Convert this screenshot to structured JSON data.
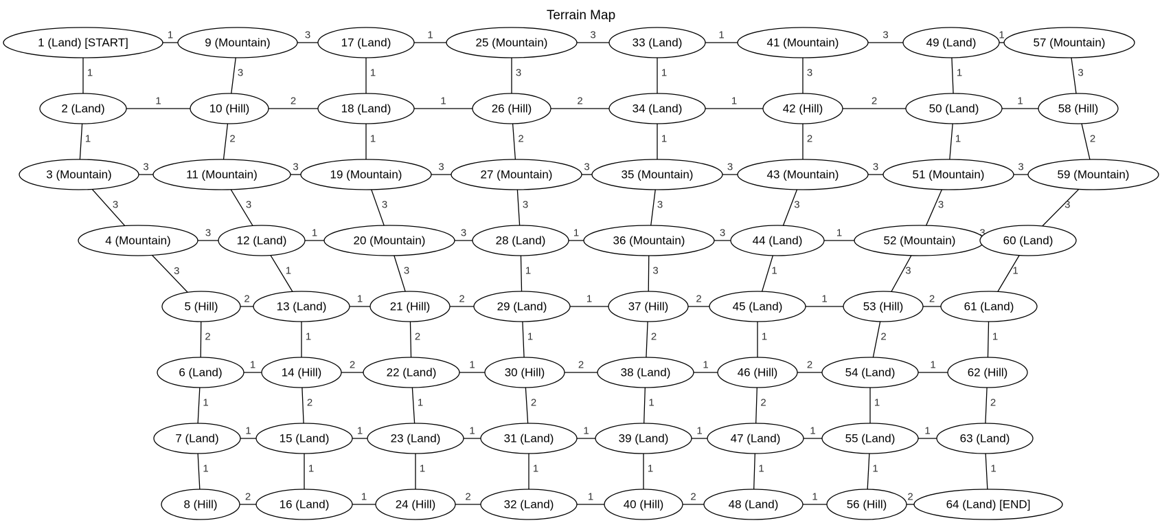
{
  "title": "Terrain Map",
  "nodes": [
    {
      "id": 1,
      "label": "1 (Land) [START]"
    },
    {
      "id": 2,
      "label": "2 (Land)"
    },
    {
      "id": 3,
      "label": "3 (Mountain)"
    },
    {
      "id": 4,
      "label": "4 (Mountain)"
    },
    {
      "id": 5,
      "label": "5 (Hill)"
    },
    {
      "id": 6,
      "label": "6 (Land)"
    },
    {
      "id": 7,
      "label": "7 (Land)"
    },
    {
      "id": 8,
      "label": "8 (Hill)"
    },
    {
      "id": 9,
      "label": "9 (Mountain)"
    },
    {
      "id": 10,
      "label": "10 (Hill)"
    },
    {
      "id": 11,
      "label": "11 (Mountain)"
    },
    {
      "id": 12,
      "label": "12 (Land)"
    },
    {
      "id": 13,
      "label": "13 (Land)"
    },
    {
      "id": 14,
      "label": "14 (Hill)"
    },
    {
      "id": 15,
      "label": "15 (Land)"
    },
    {
      "id": 16,
      "label": "16 (Land)"
    },
    {
      "id": 17,
      "label": "17 (Land)"
    },
    {
      "id": 18,
      "label": "18 (Land)"
    },
    {
      "id": 19,
      "label": "19 (Mountain)"
    },
    {
      "id": 20,
      "label": "20 (Mountain)"
    },
    {
      "id": 21,
      "label": "21 (Hill)"
    },
    {
      "id": 22,
      "label": "22 (Land)"
    },
    {
      "id": 23,
      "label": "23 (Land)"
    },
    {
      "id": 24,
      "label": "24 (Hill)"
    },
    {
      "id": 25,
      "label": "25 (Mountain)"
    },
    {
      "id": 26,
      "label": "26 (Hill)"
    },
    {
      "id": 27,
      "label": "27 (Mountain)"
    },
    {
      "id": 28,
      "label": "28 (Land)"
    },
    {
      "id": 29,
      "label": "29 (Land)"
    },
    {
      "id": 30,
      "label": "30 (Hill)"
    },
    {
      "id": 31,
      "label": "31 (Land)"
    },
    {
      "id": 32,
      "label": "32 (Land)"
    },
    {
      "id": 33,
      "label": "33 (Land)"
    },
    {
      "id": 34,
      "label": "34 (Land)"
    },
    {
      "id": 35,
      "label": "35 (Mountain)"
    },
    {
      "id": 36,
      "label": "36 (Mountain)"
    },
    {
      "id": 37,
      "label": "37 (Hill)"
    },
    {
      "id": 38,
      "label": "38 (Land)"
    },
    {
      "id": 39,
      "label": "39 (Land)"
    },
    {
      "id": 40,
      "label": "40 (Hill)"
    },
    {
      "id": 41,
      "label": "41 (Mountain)"
    },
    {
      "id": 42,
      "label": "42 (Hill)"
    },
    {
      "id": 43,
      "label": "43 (Mountain)"
    },
    {
      "id": 44,
      "label": "44 (Land)"
    },
    {
      "id": 45,
      "label": "45 (Land)"
    },
    {
      "id": 46,
      "label": "46 (Hill)"
    },
    {
      "id": 47,
      "label": "47 (Land)"
    },
    {
      "id": 48,
      "label": "48 (Land)"
    },
    {
      "id": 49,
      "label": "49 (Land)"
    },
    {
      "id": 50,
      "label": "50 (Land)"
    },
    {
      "id": 51,
      "label": "51 (Mountain)"
    },
    {
      "id": 52,
      "label": "52 (Mountain)"
    },
    {
      "id": 53,
      "label": "53 (Hill)"
    },
    {
      "id": 54,
      "label": "54 (Land)"
    },
    {
      "id": 55,
      "label": "55 (Land)"
    },
    {
      "id": 56,
      "label": "56 (Hill)"
    },
    {
      "id": 57,
      "label": "57 (Mountain)"
    },
    {
      "id": 58,
      "label": "58 (Hill)"
    },
    {
      "id": 59,
      "label": "59 (Mountain)"
    },
    {
      "id": 60,
      "label": "60 (Land)"
    },
    {
      "id": 61,
      "label": "61 (Land)"
    },
    {
      "id": 62,
      "label": "62 (Hill)"
    },
    {
      "id": 63,
      "label": "63 (Land)"
    },
    {
      "id": 64,
      "label": "64 (Land) [END]"
    }
  ],
  "edges": [
    {
      "from": 1,
      "to": 9,
      "weight": "1"
    },
    {
      "from": 9,
      "to": 17,
      "weight": "3"
    },
    {
      "from": 17,
      "to": 25,
      "weight": "1"
    },
    {
      "from": 25,
      "to": 33,
      "weight": "3"
    },
    {
      "from": 33,
      "to": 41,
      "weight": "1"
    },
    {
      "from": 41,
      "to": 49,
      "weight": "3"
    },
    {
      "from": 49,
      "to": 57,
      "weight": "1"
    },
    {
      "from": 1,
      "to": 2,
      "weight": "1"
    },
    {
      "from": 9,
      "to": 10,
      "weight": "3"
    },
    {
      "from": 17,
      "to": 18,
      "weight": "1"
    },
    {
      "from": 25,
      "to": 26,
      "weight": "3"
    },
    {
      "from": 33,
      "to": 34,
      "weight": "1"
    },
    {
      "from": 41,
      "to": 42,
      "weight": "3"
    },
    {
      "from": 49,
      "to": 50,
      "weight": "1"
    },
    {
      "from": 57,
      "to": 58,
      "weight": "3"
    },
    {
      "from": 2,
      "to": 10,
      "weight": "1"
    },
    {
      "from": 10,
      "to": 18,
      "weight": "2"
    },
    {
      "from": 18,
      "to": 26,
      "weight": "1"
    },
    {
      "from": 26,
      "to": 34,
      "weight": "2"
    },
    {
      "from": 34,
      "to": 42,
      "weight": "1"
    },
    {
      "from": 42,
      "to": 50,
      "weight": "2"
    },
    {
      "from": 50,
      "to": 58,
      "weight": "1"
    },
    {
      "from": 2,
      "to": 3,
      "weight": "1"
    },
    {
      "from": 10,
      "to": 11,
      "weight": "2"
    },
    {
      "from": 18,
      "to": 19,
      "weight": "1"
    },
    {
      "from": 26,
      "to": 27,
      "weight": "2"
    },
    {
      "from": 34,
      "to": 35,
      "weight": "1"
    },
    {
      "from": 42,
      "to": 43,
      "weight": "2"
    },
    {
      "from": 50,
      "to": 51,
      "weight": "1"
    },
    {
      "from": 58,
      "to": 59,
      "weight": "2"
    },
    {
      "from": 3,
      "to": 11,
      "weight": "3"
    },
    {
      "from": 11,
      "to": 19,
      "weight": "3"
    },
    {
      "from": 19,
      "to": 27,
      "weight": "3"
    },
    {
      "from": 27,
      "to": 35,
      "weight": "3"
    },
    {
      "from": 35,
      "to": 43,
      "weight": "3"
    },
    {
      "from": 43,
      "to": 51,
      "weight": "3"
    },
    {
      "from": 51,
      "to": 59,
      "weight": "3"
    },
    {
      "from": 3,
      "to": 4,
      "weight": "3"
    },
    {
      "from": 11,
      "to": 12,
      "weight": "3"
    },
    {
      "from": 19,
      "to": 20,
      "weight": "3"
    },
    {
      "from": 27,
      "to": 28,
      "weight": "3"
    },
    {
      "from": 35,
      "to": 36,
      "weight": "3"
    },
    {
      "from": 43,
      "to": 44,
      "weight": "3"
    },
    {
      "from": 51,
      "to": 52,
      "weight": "3"
    },
    {
      "from": 59,
      "to": 60,
      "weight": "3"
    },
    {
      "from": 4,
      "to": 12,
      "weight": "3"
    },
    {
      "from": 12,
      "to": 20,
      "weight": "1"
    },
    {
      "from": 20,
      "to": 28,
      "weight": "3"
    },
    {
      "from": 28,
      "to": 36,
      "weight": "1"
    },
    {
      "from": 36,
      "to": 44,
      "weight": "3"
    },
    {
      "from": 44,
      "to": 52,
      "weight": "1"
    },
    {
      "from": 52,
      "to": 60,
      "weight": "3"
    },
    {
      "from": 4,
      "to": 5,
      "weight": "3"
    },
    {
      "from": 12,
      "to": 13,
      "weight": "1"
    },
    {
      "from": 20,
      "to": 21,
      "weight": "3"
    },
    {
      "from": 28,
      "to": 29,
      "weight": "1"
    },
    {
      "from": 36,
      "to": 37,
      "weight": "3"
    },
    {
      "from": 44,
      "to": 45,
      "weight": "1"
    },
    {
      "from": 52,
      "to": 53,
      "weight": "3"
    },
    {
      "from": 60,
      "to": 61,
      "weight": "1"
    },
    {
      "from": 5,
      "to": 13,
      "weight": "2"
    },
    {
      "from": 13,
      "to": 21,
      "weight": "1"
    },
    {
      "from": 21,
      "to": 29,
      "weight": "2"
    },
    {
      "from": 29,
      "to": 37,
      "weight": "1"
    },
    {
      "from": 37,
      "to": 45,
      "weight": "2"
    },
    {
      "from": 45,
      "to": 53,
      "weight": "1"
    },
    {
      "from": 53,
      "to": 61,
      "weight": "2"
    },
    {
      "from": 5,
      "to": 6,
      "weight": "2"
    },
    {
      "from": 13,
      "to": 14,
      "weight": "1"
    },
    {
      "from": 21,
      "to": 22,
      "weight": "2"
    },
    {
      "from": 29,
      "to": 30,
      "weight": "1"
    },
    {
      "from": 37,
      "to": 38,
      "weight": "2"
    },
    {
      "from": 45,
      "to": 46,
      "weight": "1"
    },
    {
      "from": 53,
      "to": 54,
      "weight": "2"
    },
    {
      "from": 61,
      "to": 62,
      "weight": "1"
    },
    {
      "from": 6,
      "to": 14,
      "weight": "1"
    },
    {
      "from": 14,
      "to": 22,
      "weight": "2"
    },
    {
      "from": 22,
      "to": 30,
      "weight": "1"
    },
    {
      "from": 30,
      "to": 38,
      "weight": "2"
    },
    {
      "from": 38,
      "to": 46,
      "weight": "1"
    },
    {
      "from": 46,
      "to": 54,
      "weight": "2"
    },
    {
      "from": 54,
      "to": 62,
      "weight": "1"
    },
    {
      "from": 6,
      "to": 7,
      "weight": "1"
    },
    {
      "from": 14,
      "to": 15,
      "weight": "2"
    },
    {
      "from": 22,
      "to": 23,
      "weight": "1"
    },
    {
      "from": 30,
      "to": 31,
      "weight": "2"
    },
    {
      "from": 38,
      "to": 39,
      "weight": "1"
    },
    {
      "from": 46,
      "to": 47,
      "weight": "2"
    },
    {
      "from": 54,
      "to": 55,
      "weight": "1"
    },
    {
      "from": 62,
      "to": 63,
      "weight": "2"
    },
    {
      "from": 7,
      "to": 15,
      "weight": "1"
    },
    {
      "from": 15,
      "to": 23,
      "weight": "1"
    },
    {
      "from": 23,
      "to": 31,
      "weight": "1"
    },
    {
      "from": 31,
      "to": 39,
      "weight": "1"
    },
    {
      "from": 39,
      "to": 47,
      "weight": "1"
    },
    {
      "from": 47,
      "to": 55,
      "weight": "1"
    },
    {
      "from": 55,
      "to": 63,
      "weight": "1"
    },
    {
      "from": 7,
      "to": 8,
      "weight": "1"
    },
    {
      "from": 15,
      "to": 16,
      "weight": "1"
    },
    {
      "from": 23,
      "to": 24,
      "weight": "1"
    },
    {
      "from": 31,
      "to": 32,
      "weight": "1"
    },
    {
      "from": 39,
      "to": 40,
      "weight": "1"
    },
    {
      "from": 47,
      "to": 48,
      "weight": "1"
    },
    {
      "from": 55,
      "to": 56,
      "weight": "1"
    },
    {
      "from": 63,
      "to": 64,
      "weight": "1"
    },
    {
      "from": 8,
      "to": 16,
      "weight": "2"
    },
    {
      "from": 16,
      "to": 24,
      "weight": "1"
    },
    {
      "from": 24,
      "to": 32,
      "weight": "2"
    },
    {
      "from": 32,
      "to": 40,
      "weight": "1"
    },
    {
      "from": 40,
      "to": 48,
      "weight": "2"
    },
    {
      "from": 48,
      "to": 56,
      "weight": "1"
    },
    {
      "from": 56,
      "to": 64,
      "weight": "2"
    }
  ]
}
